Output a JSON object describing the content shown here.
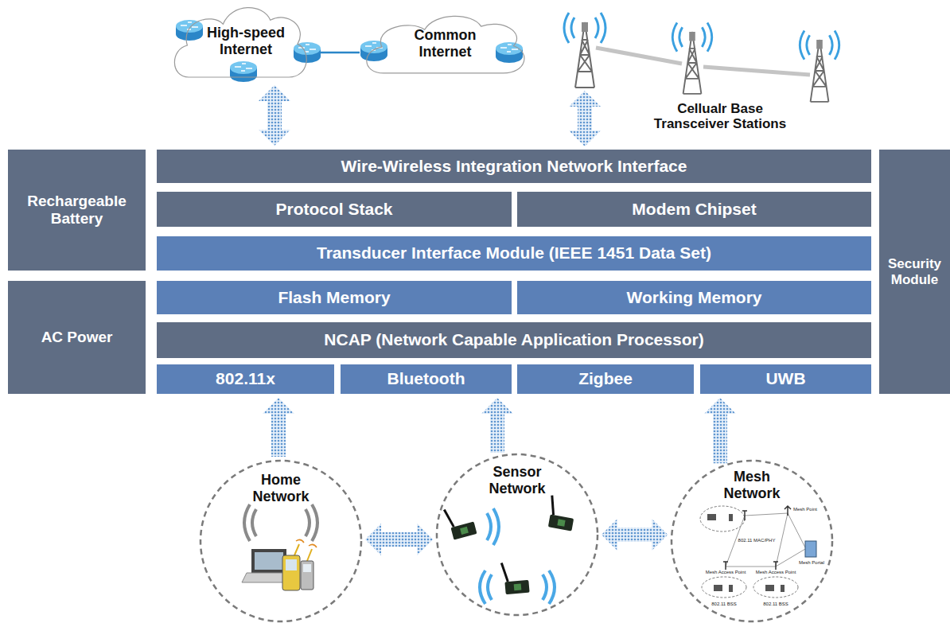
{
  "diagram": {
    "nodes": [
      {
        "text": [
          "High-speed Internet"
        ]
      },
      {
        "text": [
          "Common Internet"
        ]
      },
      {
        "text": [
          "Rechargeable Battery"
        ]
      },
      {
        "text": [
          "Wire-Wireless Integration Network Interface"
        ]
      },
      {
        "text": [
          "Security Module"
        ]
      },
      {
        "text": [
          "Protocol Stack"
        ]
      },
      {
        "text": [
          "Modem Chipset"
        ]
      },
      {
        "text": [
          "Transducer Interface Module (IEEE 1451 Data Set)"
        ]
      },
      {
        "text": [
          "AC Power"
        ]
      },
      {
        "text": [
          "Flash Memory"
        ]
      },
      {
        "text": [
          "Working Memory"
        ]
      },
      {
        "text": [
          "NCAP (Network Capable Application Processor)"
        ]
      },
      {
        "text": [
          "802.11x"
        ]
      },
      {
        "text": [
          "Bluetooth"
        ]
      },
      {
        "text": [
          "Zigbee"
        ]
      },
      {
        "text": [
          "UWB"
        ]
      },
      {
        "text": [
          "Home Network"
        ]
      },
      {
        "text": [
          "Sensor Network"
        ]
      },
      {
        "text": [
          "Mesh Network"
        ]
      }
    ],
    "edges": [
      {
        "from": 0,
        "to": 1,
        "arrow": "none"
      },
      {
        "from": 3,
        "to": 0,
        "arrow": "both"
      },
      {
        "from": 16,
        "to": 12,
        "arrow": "to"
      },
      {
        "from": 17,
        "to": 13,
        "arrow": "to"
      },
      {
        "from": 18,
        "to": 15,
        "arrow": "to"
      },
      {
        "from": 16,
        "to": 17,
        "arrow": "both"
      },
      {
        "from": 17,
        "to": 18,
        "arrow": "both"
      }
    ],
    "labels": [
      "Cellualr Base Transceiver Stations",
      "Mesh Point",
      "802.11 MAC/PHY",
      "Mesh Portal",
      "Mesh Access Point",
      "Mesh Access Point",
      "802.11 BSS",
      "802.11 BSS"
    ]
  }
}
